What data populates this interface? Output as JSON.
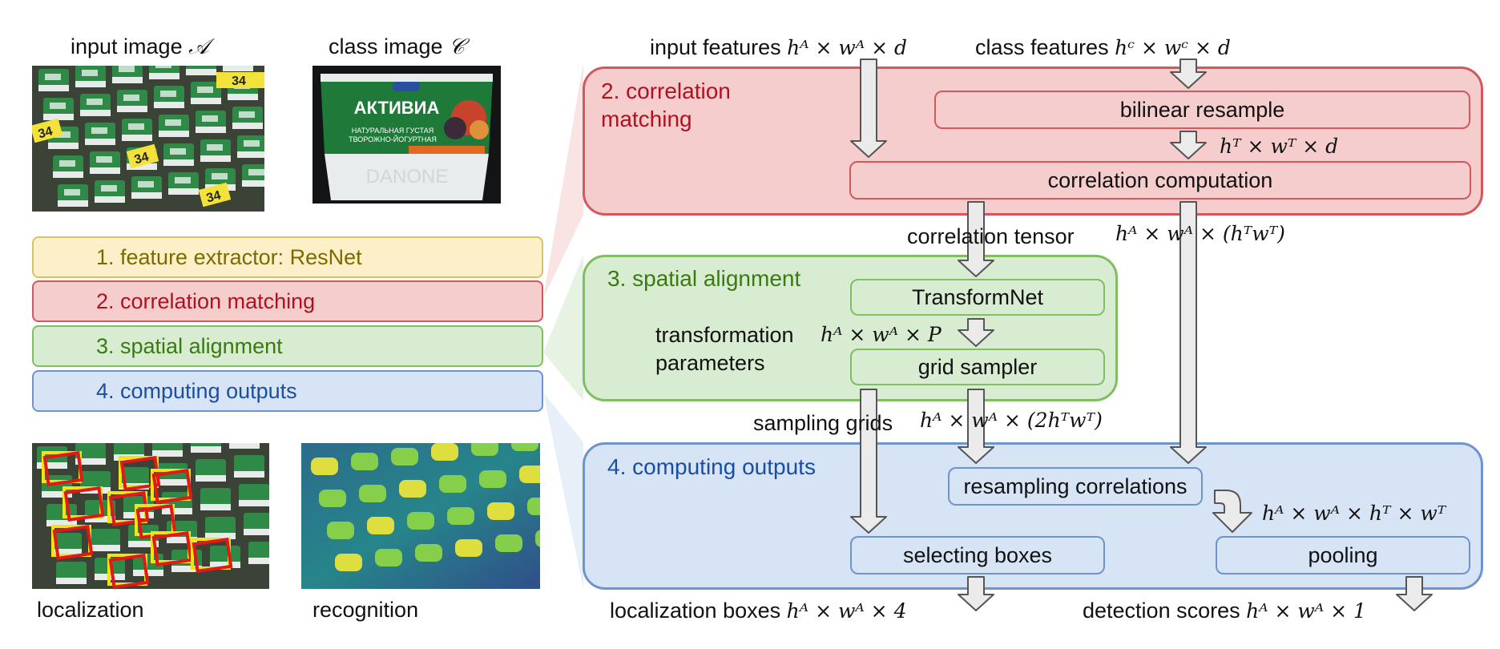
{
  "left": {
    "input_image_label": "input image",
    "input_image_symbol": "𝒜",
    "class_image_label": "class image",
    "class_image_symbol": "𝒞",
    "product_text": "АКТИВИА",
    "product_subtext": "НАТУРАЛЬНАЯ ГУСТАЯ",
    "product_subtext2": "ТВОРОЖНО-ЙОГУРТНАЯ",
    "product_brand": "DANONE",
    "price_tag": "34",
    "legend": [
      {
        "label": "1. feature extractor: ResNet",
        "color": "#7a6a00"
      },
      {
        "label": "2. correlation matching",
        "color": "#b01020"
      },
      {
        "label": "3. spatial alignment",
        "color": "#3a7a10"
      },
      {
        "label": "4. computing outputs",
        "color": "#1a4ea0"
      }
    ],
    "localization_label": "localization",
    "recognition_label": "recognition"
  },
  "diagram": {
    "input_features_label": "input features",
    "input_features_dims": "hᴬ × wᴬ × d",
    "class_features_label": "class features",
    "class_features_dims": "hᶜ × wᶜ × d",
    "correlation_title": "2. correlation\nmatching",
    "bilinear_resample": "bilinear resample",
    "template_dims": "hᵀ × wᵀ × d",
    "correlation_computation": "correlation computation",
    "correlation_tensor_label": "correlation tensor",
    "correlation_tensor_dims": "hᴬ × wᴬ × (hᵀwᵀ)",
    "spatial_title": "3. spatial alignment",
    "transformnet": "TransformNet",
    "transformation_label_1": "transformation",
    "transformation_label_2": "parameters",
    "transformation_dims": "hᴬ × wᴬ × P",
    "grid_sampler": "grid sampler",
    "sampling_grids_label": "sampling grids",
    "sampling_grids_dims": "hᴬ × wᴬ × (2hᵀwᵀ)",
    "outputs_title": "4. computing outputs",
    "resampling_correlations": "resampling correlations",
    "resampled_dims": "hᴬ × wᴬ × hᵀ × wᵀ",
    "selecting_boxes": "selecting boxes",
    "pooling": "pooling",
    "localization_boxes_label": "localization boxes",
    "localization_boxes_dims": "hᴬ × wᴬ × 4",
    "detection_scores_label": "detection scores",
    "detection_scores_dims": "hᴬ × wᴬ × 1"
  },
  "colors": {
    "red_fill": "#f6cdcd",
    "red_border": "#d2585e",
    "green_fill": "#d8ecd2",
    "green_border": "#7fbf62",
    "blue_fill": "#d6e4f6",
    "blue_border": "#6e94cc",
    "yellow_fill": "#fdf0c8",
    "yellow_border": "#d8c068",
    "arrow_fill": "#ebebeb",
    "arrow_stroke": "#555555"
  }
}
